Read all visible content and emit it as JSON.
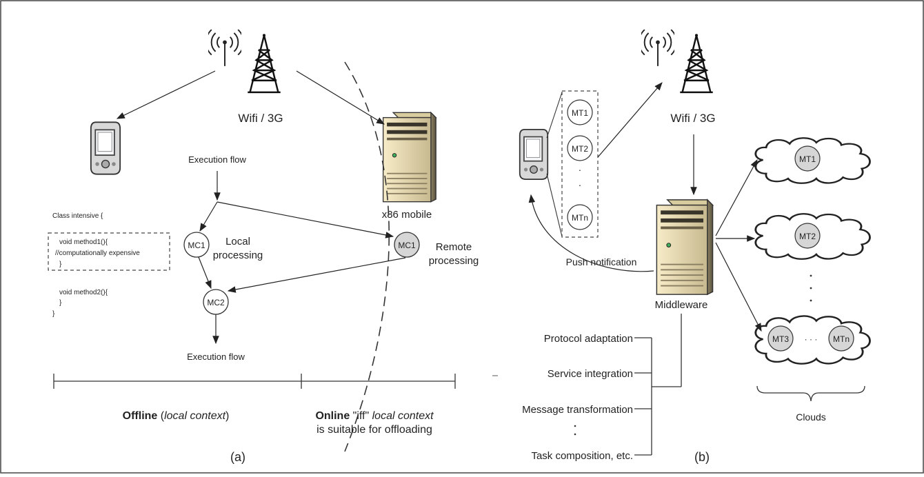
{
  "left": {
    "tower_label": "Wifi / 3G",
    "server_label": "x86 mobile",
    "execution_flow_top": "Execution flow",
    "execution_flow_bottom": "Execution flow",
    "mc1_local": "MC1",
    "mc1_remote": "MC1",
    "mc2": "MC2",
    "local_processing_1": "Local",
    "local_processing_2": "processing",
    "remote_processing_1": "Remote",
    "remote_processing_2": "processing",
    "code": {
      "line1": "Class intensive {",
      "line2": "void method1(){",
      "line3": "//computationally expensive",
      "line4": "}",
      "line5": "void method2(){",
      "line6": "}",
      "line7": "}"
    },
    "offline_bold": "Offline",
    "offline_rest": " (",
    "offline_italic": "local context",
    "offline_close": ")",
    "online_bold": "Online",
    "online_mid": " \"iff\" ",
    "online_italic": "local context",
    "online_line2": "is suitable for offloading",
    "caption": "(a)"
  },
  "right": {
    "tower_label": "Wifi / 3G",
    "mt_items": [
      "MT1",
      "MT2",
      ".",
      ".",
      "MTn"
    ],
    "push_notification": "Push notification",
    "middleware_label": "Middleware",
    "clouds": [
      "MT1",
      "MT2"
    ],
    "cloud_last_a": "MT3",
    "cloud_last_dots": "· · ·",
    "cloud_last_b": "MTn",
    "clouds_label": "Clouds",
    "services": [
      "Protocol adaptation",
      "Service integration",
      "Message transformation",
      "Task composition, etc."
    ],
    "caption": "(b)"
  }
}
